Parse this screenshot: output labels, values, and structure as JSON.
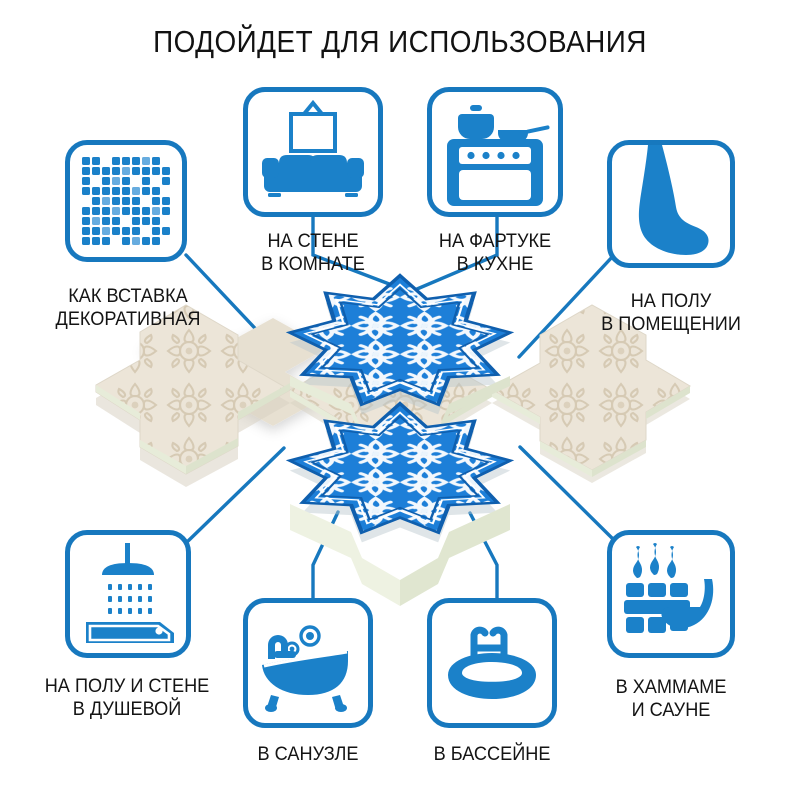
{
  "header": {
    "title": "ПОДОЙДЕТ ДЛЯ ИСПОЛЬЗОВАНИЯ"
  },
  "colors": {
    "frame_blue": "#1778be",
    "icon_blue": "#1b81c9",
    "icon_blue_light": "#64aadd",
    "tile_blue": "#1d7fd8",
    "tile_cream": "#ece5d8",
    "tile_pattern": "#d9cebb",
    "tile_edge": "#e3e8d4",
    "text": "#141414"
  },
  "center_image": {
    "name": "ceramic-star-and-cross-tiles",
    "description": "Керамическая плитка: две синие восьмиконечные звёзды с бело-синим орнаментом и кремовые крестообразные вставки"
  },
  "items": [
    {
      "id": "decor-insert",
      "icon": "mosaic-icon",
      "lines": [
        "КАК ВСТАВКА",
        "ДЕКОРАТИВНАЯ"
      ]
    },
    {
      "id": "wall-room",
      "icon": "sofa-picture-icon",
      "lines": [
        "НА СТЕНЕ",
        "В КОМНАТЕ"
      ]
    },
    {
      "id": "kitchen-backsplash",
      "icon": "stove-icon",
      "lines": [
        "НА ФАРТУКЕ",
        "В КУХНЕ"
      ]
    },
    {
      "id": "indoor-floor",
      "icon": "bare-foot-icon",
      "lines": [
        "НА ПОЛУ",
        "В ПОМЕЩЕНИИ"
      ]
    },
    {
      "id": "shower",
      "icon": "shower-icon",
      "lines": [
        "НА ПОЛУ И СТЕНЕ",
        "В ДУШЕВОЙ"
      ]
    },
    {
      "id": "bathroom",
      "icon": "bathtub-icon",
      "lines": [
        "В САНУЗЛЕ"
      ]
    },
    {
      "id": "pool",
      "icon": "swimming-pool-icon",
      "lines": [
        "В БАССЕЙНЕ"
      ]
    },
    {
      "id": "hammam-sauna",
      "icon": "sauna-heater-icon",
      "lines": [
        "В ХАММАМЕ",
        "И САУНЕ"
      ]
    }
  ]
}
